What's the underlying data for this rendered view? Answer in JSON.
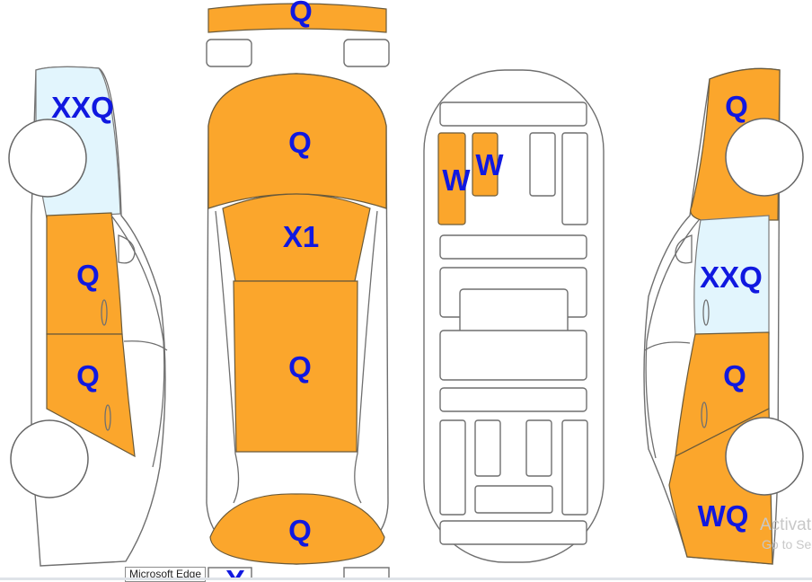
{
  "diagram": {
    "colors": {
      "damaged_panel": "#FBA62C",
      "glass": "#E2F5FD",
      "outline": "#6F6F6F",
      "code_text": "#1018E0"
    },
    "left_side_view": {
      "rear_glass_code": "XXQ",
      "rear_door_code": "Q",
      "front_door_code": "Q"
    },
    "top_view": {
      "rear_bumper_code": "Q",
      "trunk_code": "Q",
      "roof_code": "X1",
      "hood_code": "Q",
      "front_bumper_code": "Q",
      "bottom_partial_code": "X"
    },
    "underbody_view": {
      "part_a_code": "W",
      "part_b_code": "W"
    },
    "right_side_view": {
      "rear_quarter_code": "Q",
      "rear_glass_code": "XXQ",
      "front_door_code": "Q",
      "front_fender_code": "WQ"
    }
  },
  "overlay": {
    "watermark_title": "Activat",
    "watermark_sub": "Go to Se",
    "tooltip": "Microsoft Edge"
  }
}
